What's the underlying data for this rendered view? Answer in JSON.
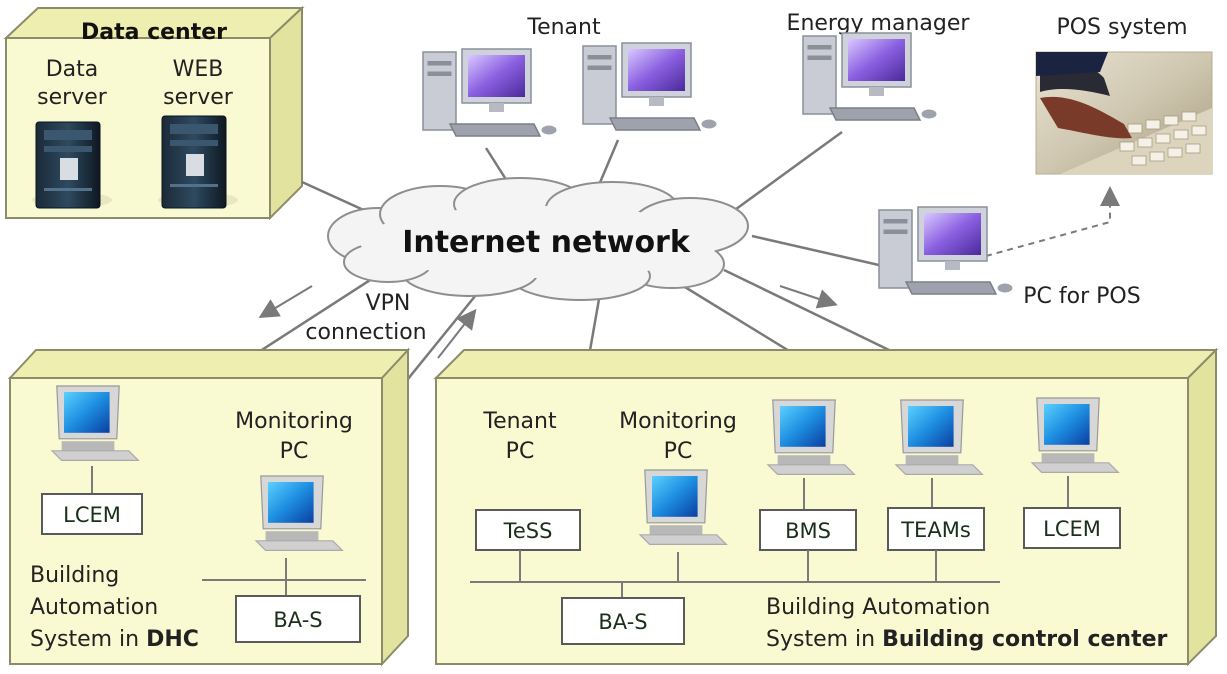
{
  "data_center": {
    "title": "Data center",
    "data_server_line1": "Data",
    "data_server_line2": "server",
    "web_server_line1": "WEB",
    "web_server_line2": "server"
  },
  "network": {
    "label": "Internet network",
    "vpn_line1": "VPN",
    "vpn_line2": "connection"
  },
  "top_clients": {
    "tenant": "Tenant",
    "energy_manager": "Energy manager",
    "pos_system": "POS system",
    "pc_for_pos": "PC for POS"
  },
  "dhc": {
    "lcem": "LCEM",
    "monitoring_line1": "Monitoring",
    "monitoring_line2": "PC",
    "bas": "BA-S",
    "caption_line1": "Building",
    "caption_line2": "Automation",
    "caption_line3_prefix": "System in ",
    "caption_line3_bold": "DHC"
  },
  "bcc": {
    "tenant_line1": "Tenant",
    "tenant_line2": "PC",
    "monitoring_line1": "Monitoring",
    "monitoring_line2": "PC",
    "tess": "TeSS",
    "bms": "BMS",
    "teams": "TEAMs",
    "lcem": "LCEM",
    "bas": "BA-S",
    "caption_line1": "Building Automation",
    "caption_line2_prefix": "System in ",
    "caption_line2_bold": "Building control center"
  },
  "colors": {
    "panel_fill": "#fafad2",
    "panel_side": "#eeeeb0",
    "panel_stroke": "#8c8c6a",
    "link": "#7a7a7a",
    "cloud": "#f4f4f4"
  }
}
